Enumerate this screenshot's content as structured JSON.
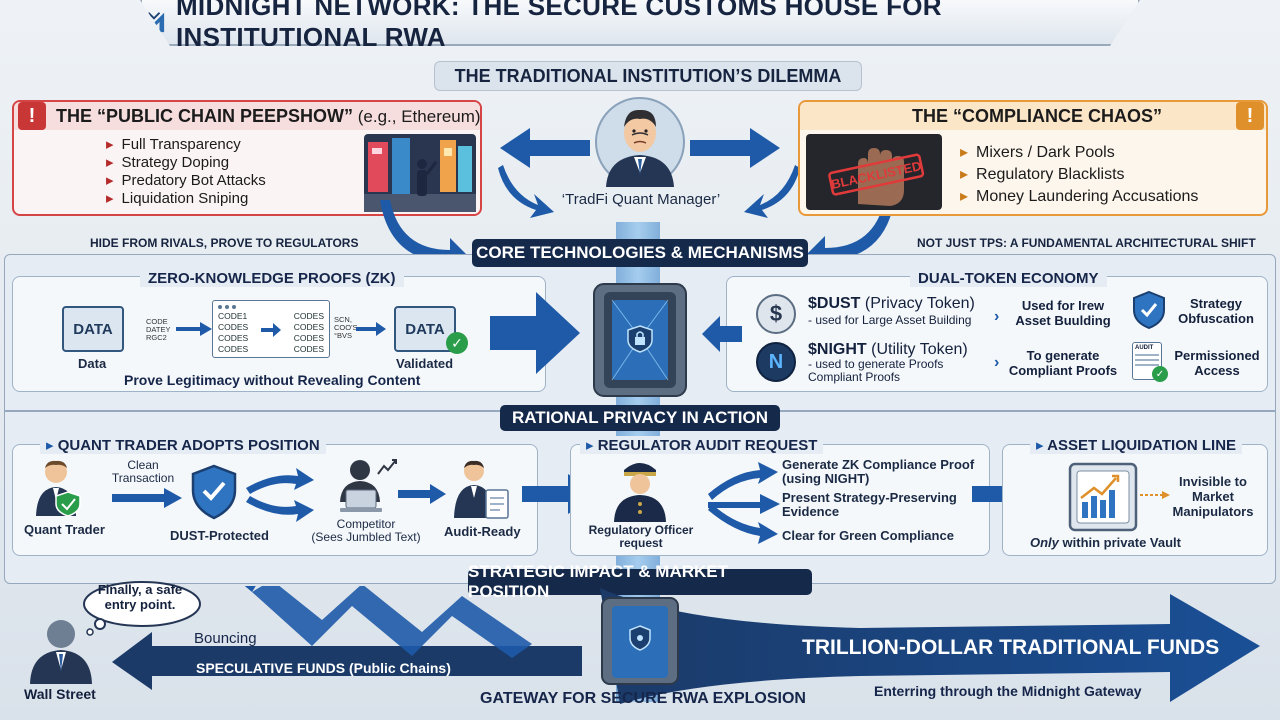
{
  "header": {
    "title": "MIDNIGHT NETWORK: THE SECURE CUSTOMS HOUSE FOR INSTITUTIONAL RWA",
    "dilemma": "THE TRADITIONAL INSTITUTION’S DILEMMA"
  },
  "peepshow": {
    "title": "THE “PUBLIC CHAIN PEEPSHOW”",
    "title_suffix": " (e.g., Ethereum)",
    "bullets": [
      "Full Transparency",
      "Strategy Doping",
      "Predatory Bot Attacks",
      "Liquidation Sniping"
    ]
  },
  "manager": {
    "caption": "‘TradFi Quant Manager’"
  },
  "compliance": {
    "title": "THE “COMPLIANCE CHAOS”",
    "stamp": "BLACKLISTED",
    "bullets": [
      "Mixers / Dark Pools",
      "Regulatory Blacklists",
      "Money Laundering Accusations"
    ]
  },
  "taglines": {
    "left": "HIDE FROM RIVALS, PROVE TO REGULATORS",
    "right": "NOT JUST TPS: A FUNDAMENTAL ARCHITECTURAL SHIFT"
  },
  "sections": {
    "core": "CORE TECHNOLOGIES & MECHANISMS",
    "rational": "RATIONAL PRIVACY IN ACTION",
    "impact": "STRATEGIC IMPACT & MARKET POSITION"
  },
  "zk": {
    "title": "ZERO-KNOWLEDGE PROOFS (ZK)",
    "folder_left": "DATA",
    "folder_right": "DATA",
    "label_left": "Data",
    "label_right": "Validated",
    "scramble_left": "CODE\nDATEY\nRGC2",
    "doc_left": [
      "CODE1",
      "CODES",
      "CODES",
      "CODES"
    ],
    "doc_right": [
      "CODES",
      "CODES",
      "CODES",
      "CODES"
    ],
    "scramble_right": "SCN,\nCOO'S\n°BVS",
    "caption": "Prove Legitimacy without Revealing Content"
  },
  "dual": {
    "title": "DUAL-TOKEN ECONOMY",
    "dust_name": "$DUST",
    "dust_type": " (Privacy Token)",
    "dust_desc": "- used for Large Asset Building",
    "dust_use": "Used for Irew\nAsset Buulding",
    "dust_feature": "Strategy\nObfuscation",
    "night_name": "$NIGHT",
    "night_type": " (Utility Token)",
    "night_desc": "- used to generate Proofs\nCompliant Proofs",
    "night_use": "To generate\nCompliant Proofs",
    "night_feature": "Permissioned\nAccess",
    "audit_label": "AUDIT"
  },
  "quant": {
    "title": "QUANT TRADER ADOPTS POSITION",
    "trader": "Quant Trader",
    "clean": "Clean\nTransaction",
    "dust": "DUST-Protected",
    "competitor": "Competitor\n(Sees Jumbled Text)",
    "audit_ready": "Audit-Ready"
  },
  "regulator": {
    "title": "REGULATOR AUDIT REQUEST",
    "officer": "Regulatory Officer\nrequest",
    "steps": [
      "Generate ZK Compliance Proof\n(using NIGHT)",
      "Present Strategy-Preserving\nEvidence",
      "Clear for Green Compliance"
    ]
  },
  "liquidation": {
    "title": "ASSET LIQUIDATION LINE",
    "invisible": "Invisible to\nMarket\nManipulators",
    "only": "Only",
    "vault": " within private Vault"
  },
  "impact": {
    "bubble": "Finally, a safe\nentry point.",
    "wall_street": "Wall Street",
    "bouncing": "Bouncing",
    "speculative": "SPECULATIVE FUNDS (Public Chains)",
    "trillion": "TRILLION-DOLLAR TRADITIONAL FUNDS",
    "gateway": "GATEWAY FOR SECURE RWA EXPLOSION",
    "entering": "Enterring through the Midnight Gateway"
  },
  "colors": {
    "navy": "#15294a",
    "blue": "#1e5aa8",
    "red": "#d64545",
    "orange": "#e89a3a",
    "green": "#2a9d4a"
  }
}
